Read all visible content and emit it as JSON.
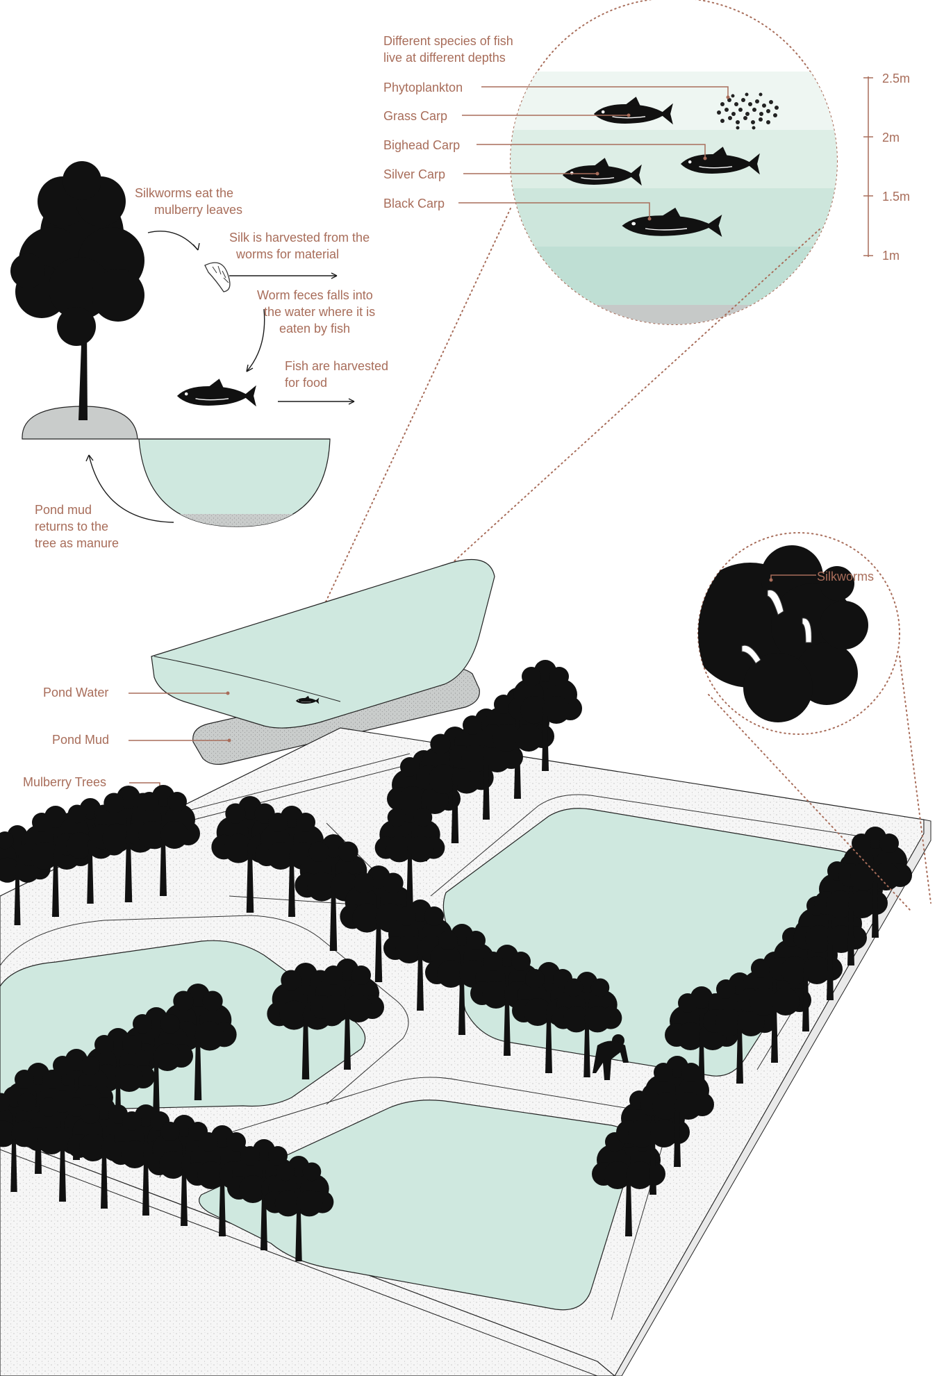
{
  "depth_panel": {
    "heading_line1": "Different species of fish",
    "heading_line2": "live at different depths",
    "species": [
      "Phytoplankton",
      "Grass Carp",
      "Bighead Carp",
      "Silver Carp",
      "Black Carp"
    ],
    "scale_ticks": [
      "2.5m",
      "2m",
      "1.5m",
      "1m"
    ]
  },
  "cycle": {
    "step1_line1": "Silkworms eat the",
    "step1_line2": "mulberry leaves",
    "step2_line1": "Silk is harvested from the",
    "step2_line2": "worms for material",
    "step3_line1": "Worm feces falls into",
    "step3_line2": "the water where it is",
    "step3_line3": "eaten by fish",
    "step4_line1": "Fish are harvested",
    "step4_line2": "for food",
    "step5_line1": "Pond mud",
    "step5_line2": "returns to the",
    "step5_line3": "tree as manure"
  },
  "layers": {
    "water": "Pond Water",
    "mud": "Pond Mud",
    "trees": "Mulberry Trees"
  },
  "silkworm_zoom": {
    "label": "Silkworms"
  },
  "colors": {
    "label_text": "#a86d5a",
    "pond_water": "#cfe8df",
    "pond_mud": "#c9cccb",
    "ground": "#f3f3f3",
    "tree": "#111111"
  },
  "icons": [
    "mulberry-tree-icon",
    "silkworm-icon",
    "fish-icon",
    "person-icon",
    "phytoplankton-icon"
  ]
}
